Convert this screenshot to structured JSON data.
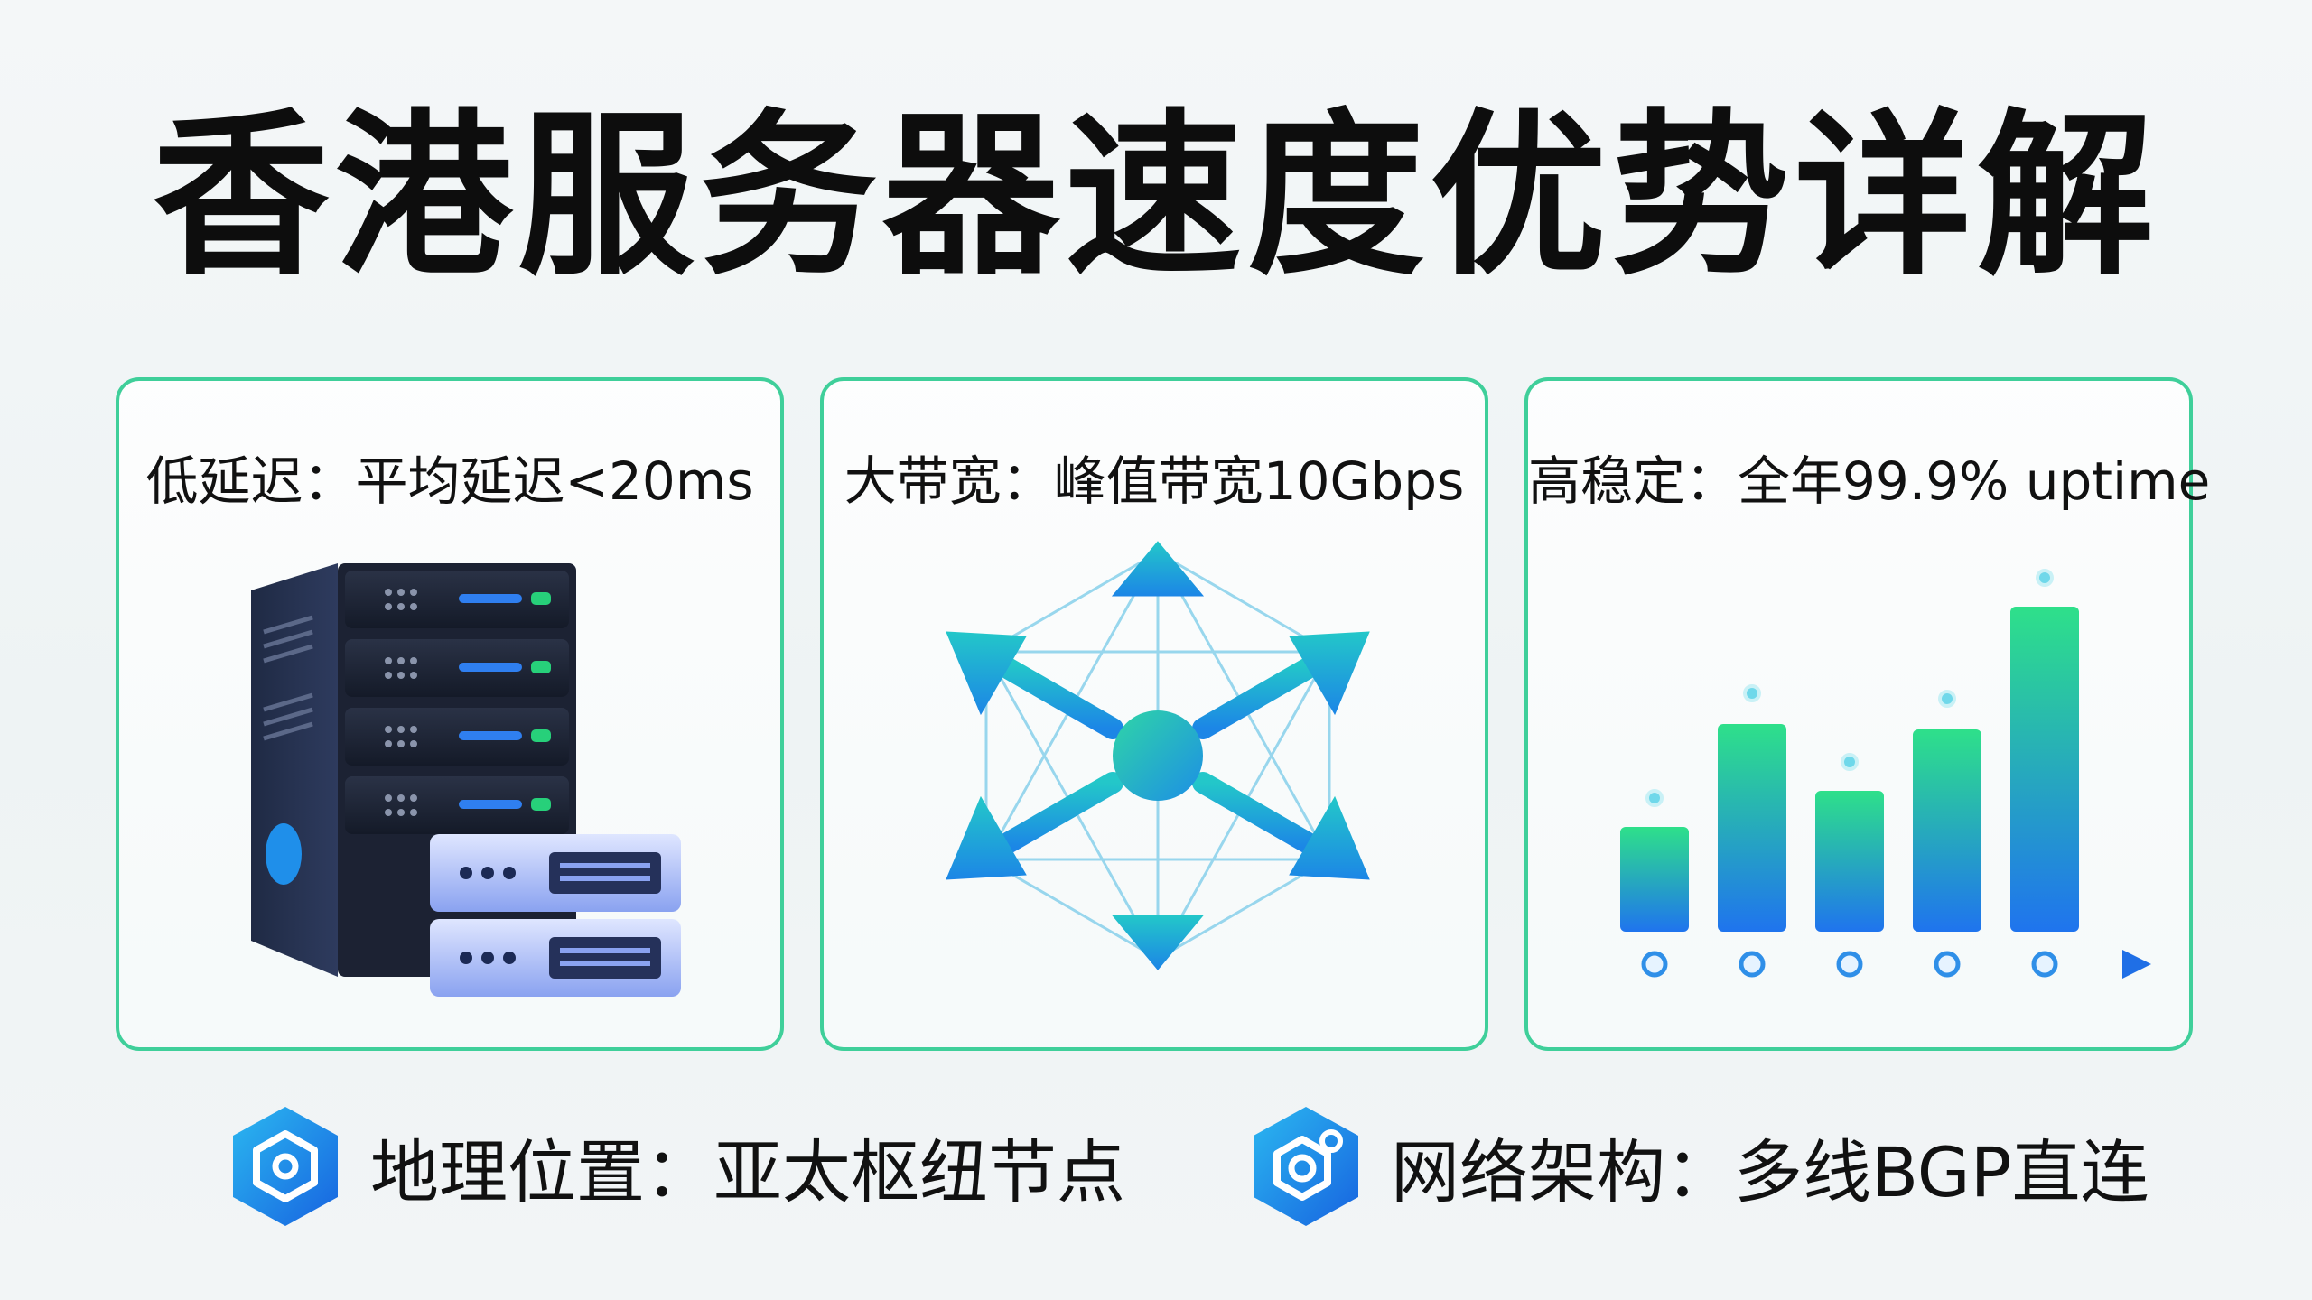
{
  "title": "香港服务器速度优势详解",
  "cards": [
    {
      "label": "低延迟：平均延迟<20ms",
      "icon": "server-rack-icon"
    },
    {
      "label": "大带宽：峰值带宽10Gbps",
      "icon": "network-hub-icon"
    },
    {
      "label": "高稳定：全年99.9% uptime",
      "icon": "bar-chart-icon"
    }
  ],
  "features": [
    {
      "label": "地理位置：亚太枢纽节点",
      "icon": "location-hex-icon"
    },
    {
      "label": "网络架构：多线BGP直连",
      "icon": "settings-hex-icon"
    }
  ],
  "colors": {
    "card_border": "#3fcf9a",
    "accent_green": "#22d28a",
    "accent_blue": "#1f7ae8",
    "title": "#0d0d0d"
  }
}
